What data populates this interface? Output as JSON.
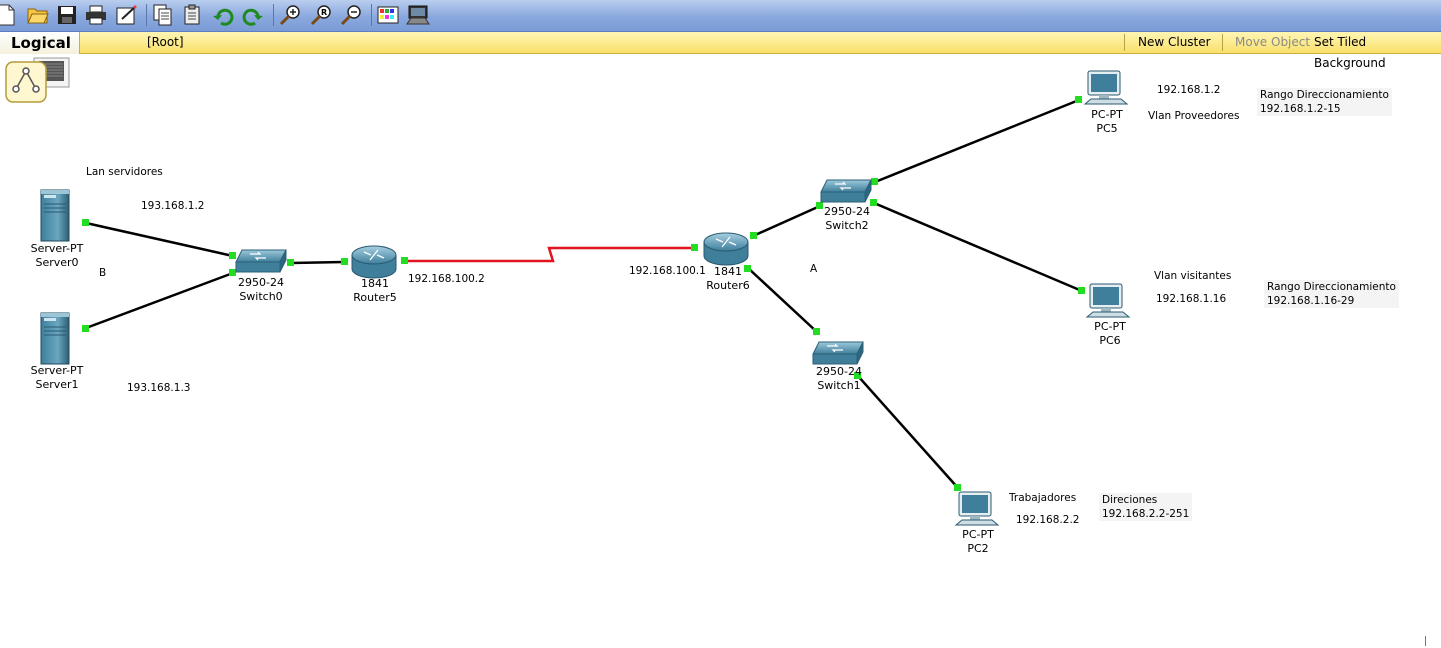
{
  "toolbar": {
    "buttons": [
      {
        "name": "new-file-icon"
      },
      {
        "name": "open-folder-icon"
      },
      {
        "name": "save-icon"
      },
      {
        "name": "print-icon"
      },
      {
        "name": "activity-wizard-icon"
      },
      {
        "name": "copy-icon"
      },
      {
        "name": "paste-icon"
      },
      {
        "name": "undo-icon"
      },
      {
        "name": "redo-icon"
      },
      {
        "name": "zoom-in-icon"
      },
      {
        "name": "zoom-reset-icon"
      },
      {
        "name": "zoom-out-icon"
      },
      {
        "name": "palette-icon"
      },
      {
        "name": "custom-device-icon"
      }
    ]
  },
  "workspace": {
    "mode": "Logical",
    "breadcrumb": "[Root]",
    "new_cluster": "New Cluster",
    "move_object": "Move Object",
    "set_tiled_background": "Set Tiled Background"
  },
  "colors": {
    "toolbar": "#8aa8de",
    "workspace_bar": "#f9e16a",
    "ethernet_link": "#000000",
    "serial_link": "#e0141e",
    "link_up_port": "#22dd22"
  },
  "devices": {
    "server0": {
      "type": "Server-PT",
      "name": "Server0",
      "icon": "server-icon"
    },
    "server1": {
      "type": "Server-PT",
      "name": "Server1",
      "icon": "server-icon"
    },
    "switch0": {
      "type": "2950-24",
      "name": "Switch0",
      "icon": "switch-icon"
    },
    "router5": {
      "type": "1841",
      "name": "Router5",
      "icon": "router-icon"
    },
    "router6": {
      "type": "1841",
      "name": "Router6",
      "icon": "router-icon"
    },
    "switch2": {
      "type": "2950-24",
      "name": "Switch2",
      "icon": "switch-icon"
    },
    "switch1": {
      "type": "2950-24",
      "name": "Switch1",
      "icon": "switch-icon"
    },
    "pc5": {
      "type": "PC-PT",
      "name": "PC5",
      "icon": "pc-icon"
    },
    "pc6": {
      "type": "PC-PT",
      "name": "PC6",
      "icon": "pc-icon"
    },
    "pc2": {
      "type": "PC-PT",
      "name": "PC2",
      "icon": "pc-icon"
    }
  },
  "notes": {
    "lan_servidores": "Lan servidores",
    "ip_server0": "193.168.1.2",
    "b": "B",
    "ip_server1": "193.168.1.3",
    "ip_router5": "192.168.100.2",
    "ip_router6": "192.168.100.1",
    "a": "A",
    "ip_pc5": "192.168.1.2",
    "vlan_proveedores": "Vlan Proveedores",
    "rango_1": "Rango Direccionamiento",
    "rango_1_value": "192.168.1.2-15",
    "vlan_visitantes": "Vlan visitantes",
    "ip_pc6": "192.168.1.16",
    "rango_2": "Rango Direccionamiento",
    "rango_2_value": "192.168.1.16-29",
    "trabajadores": "Trabajadores",
    "ip_pc2": "192.168.2.2",
    "direciones": "Direciones",
    "direciones_value": "192.168.2.2-251"
  }
}
